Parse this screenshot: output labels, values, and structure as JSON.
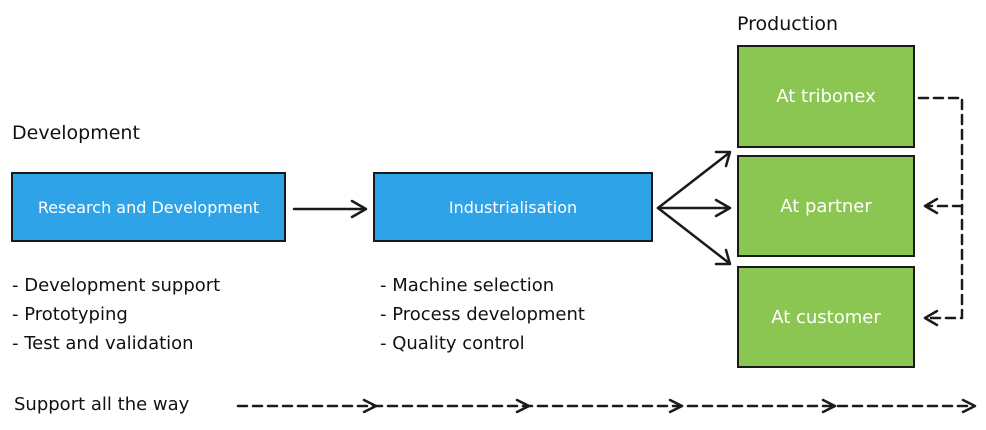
{
  "headings": {
    "development": "Development",
    "production": "Production"
  },
  "boxes": {
    "rnd": "Research and Development",
    "industrialisation": "Industrialisation",
    "at_tribonex": "At tribonex",
    "at_partner": "At partner",
    "at_customer": "At customer"
  },
  "lists": {
    "development": [
      "Development support",
      "Prototyping",
      "Test and validation"
    ],
    "industrialisation": [
      "Machine selection",
      "Process development",
      "Quality control"
    ]
  },
  "footer": {
    "label": "Support all the way"
  },
  "colors": {
    "blue": "#2ea3e8",
    "green": "#8cc652",
    "stroke": "#1a1a1a"
  }
}
